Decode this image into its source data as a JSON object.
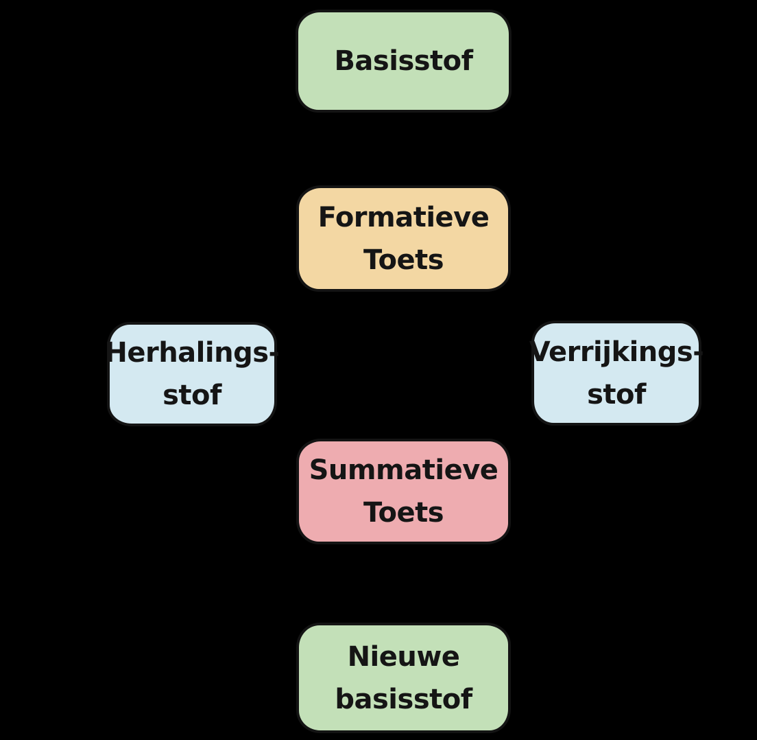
{
  "canvas": {
    "background_color": "#000000",
    "border_color": "#141414",
    "text_color": "#151515"
  },
  "diagram": {
    "type": "flowchart",
    "style": "hand-drawn",
    "nodes": [
      {
        "id": "basisstof",
        "lines": [
          "Basisstof"
        ],
        "fill": "#c3e0b8"
      },
      {
        "id": "formatieve-toets",
        "lines": [
          "Formatieve",
          "Toets"
        ],
        "fill": "#f3d7a3"
      },
      {
        "id": "herhalingsstof",
        "lines": [
          "Herhalings-",
          "stof"
        ],
        "fill": "#d4e9f1"
      },
      {
        "id": "verrijkingsstof",
        "lines": [
          "Verrijkings-",
          "stof"
        ],
        "fill": "#d4e9f1"
      },
      {
        "id": "summatieve-toets",
        "lines": [
          "Summatieve",
          "Toets"
        ],
        "fill": "#eeacb0"
      },
      {
        "id": "nieuwe-basisstof",
        "lines": [
          "Nieuwe",
          "basisstof"
        ],
        "fill": "#c3e0b8"
      }
    ]
  }
}
